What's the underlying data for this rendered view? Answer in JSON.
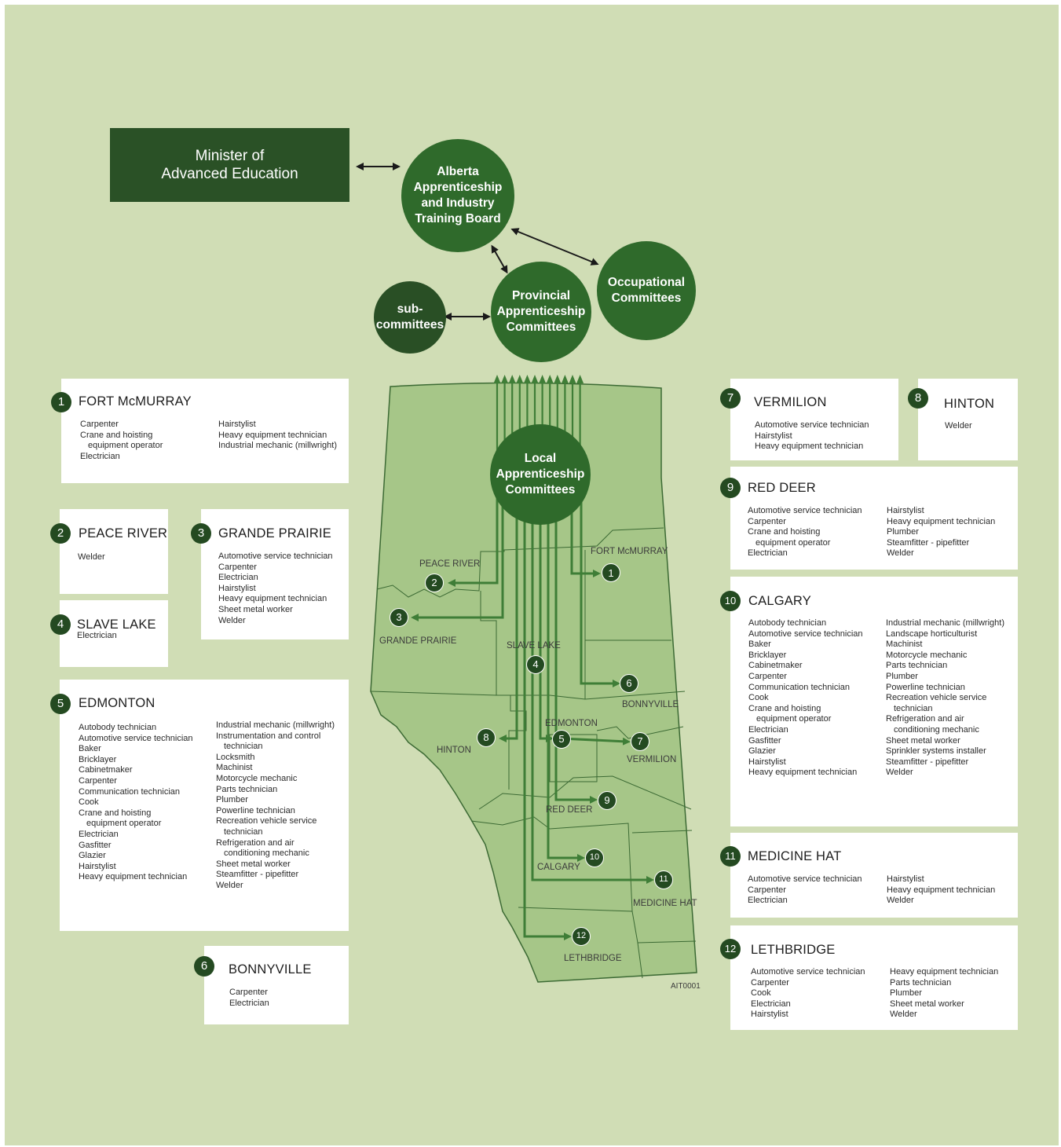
{
  "org": {
    "minister": [
      "Minister of",
      "Advanced Education"
    ],
    "board": [
      "Alberta",
      "Apprenticeship",
      "and Industry",
      "Training Board"
    ],
    "occupational": [
      "Occupational",
      "Committees"
    ],
    "provincial": [
      "Provincial",
      "Apprenticeship",
      "Committees"
    ],
    "sub": [
      "sub-",
      "committees"
    ],
    "local": [
      "Local",
      "Apprenticeship",
      "Committees"
    ]
  },
  "map_labels": {
    "peace_river": "PEACE RIVER",
    "fort_mcmurray": "FORT McMURRAY",
    "grande_prairie": "GRANDE PRAIRIE",
    "slave_lake": "SLAVE LAKE",
    "bonnyville": "BONNYVILLE",
    "edmonton": "EDMONTON",
    "hinton": "HINTON",
    "vermilion": "VERMILION",
    "red_deer": "RED DEER",
    "calgary": "CALGARY",
    "medicine_hat": "MEDICINE HAT",
    "lethbridge": "LETHBRIDGE",
    "code": "AIT0001"
  },
  "regions": {
    "r1": {
      "num": "1",
      "name": "FORT McMURRAY",
      "col1": [
        "Carpenter",
        "Crane and hoisting",
        "equipment operator",
        "Electrician"
      ],
      "col2": [
        "Hairstylist",
        "Heavy equipment technician",
        "Industrial mechanic (millwright)"
      ]
    },
    "r2": {
      "num": "2",
      "name": "PEACE RIVER",
      "col1": [
        "Welder"
      ]
    },
    "r3": {
      "num": "3",
      "name": "GRANDE PRAIRIE",
      "col1": [
        "Automotive service technician",
        "Carpenter",
        "Electrician",
        "Hairstylist",
        "Heavy equipment technician",
        "Sheet metal worker",
        "Welder"
      ]
    },
    "r4": {
      "num": "4",
      "name": "SLAVE LAKE",
      "col1": [
        "Electrician"
      ]
    },
    "r5": {
      "num": "5",
      "name": "EDMONTON",
      "col1": [
        "Autobody technician",
        "Automotive service technician",
        "Baker",
        "Bricklayer",
        "Cabinetmaker",
        "Carpenter",
        "Communication technician",
        "Cook",
        "Crane and hoisting",
        "equipment operator",
        "Electrician",
        "Gasfitter",
        "Glazier",
        "Hairstylist",
        "Heavy equipment technician"
      ],
      "col2": [
        "Industrial mechanic (millwright)",
        "Instrumentation and control",
        "technician",
        "Locksmith",
        "Machinist",
        "Motorcycle mechanic",
        "Parts technician",
        "Plumber",
        "Powerline technician",
        "Recreation vehicle service",
        "technician",
        "Refrigeration and air",
        "conditioning mechanic",
        "Sheet metal worker",
        "Steamfitter - pipefitter",
        "Welder"
      ]
    },
    "r6": {
      "num": "6",
      "name": "BONNYVILLE",
      "col1": [
        "Carpenter",
        "Electrician"
      ]
    },
    "r7": {
      "num": "7",
      "name": "VERMILION",
      "col1": [
        "Automotive service technician",
        "Hairstylist",
        "Heavy equipment technician"
      ]
    },
    "r8": {
      "num": "8",
      "name": "HINTON",
      "col1": [
        "Welder"
      ]
    },
    "r9": {
      "num": "9",
      "name": "RED DEER",
      "col1": [
        "Automotive service technician",
        "Carpenter",
        "Crane and hoisting",
        "equipment operator",
        "Electrician"
      ],
      "col2": [
        "Hairstylist",
        "Heavy equipment technician",
        "Plumber",
        "Steamfitter - pipefitter",
        "Welder"
      ]
    },
    "r10": {
      "num": "10",
      "name": "CALGARY",
      "col1": [
        "Autobody technician",
        "Automotive service technician",
        "Baker",
        "Bricklayer",
        "Cabinetmaker",
        "Carpenter",
        "Communication technician",
        "Cook",
        "Crane and hoisting",
        "equipment operator",
        "Electrician",
        "Gasfitter",
        "Glazier",
        "Hairstylist",
        "Heavy equipment technician"
      ],
      "col2": [
        "Industrial mechanic (millwright)",
        "Landscape horticulturist",
        "Machinist",
        "Motorcycle mechanic",
        "Parts technician",
        "Plumber",
        "Powerline technician",
        "Recreation vehicle service",
        "technician",
        "Refrigeration and air",
        "conditioning mechanic",
        "Sheet metal worker",
        "Sprinkler systems installer",
        "Steamfitter - pipefitter",
        "Welder"
      ]
    },
    "r11": {
      "num": "11",
      "name": "MEDICINE HAT",
      "col1": [
        "Automotive service technician",
        "Carpenter",
        "Electrician"
      ],
      "col2": [
        "Hairstylist",
        "Heavy equipment technician",
        "Welder"
      ]
    },
    "r12": {
      "num": "12",
      "name": "LETHBRIDGE",
      "col1": [
        "Automotive service technician",
        "Carpenter",
        "Cook",
        "Electrician",
        "Hairstylist"
      ],
      "col2": [
        "Heavy equipment technician",
        "Parts technician",
        "Plumber",
        "Sheet metal worker",
        "Welder"
      ]
    }
  },
  "colors": {
    "background": "#d0ddb5",
    "dark": "#244a21",
    "circle": "#2f6a2b",
    "map": "#a6c688",
    "line": "#3f7e37"
  }
}
